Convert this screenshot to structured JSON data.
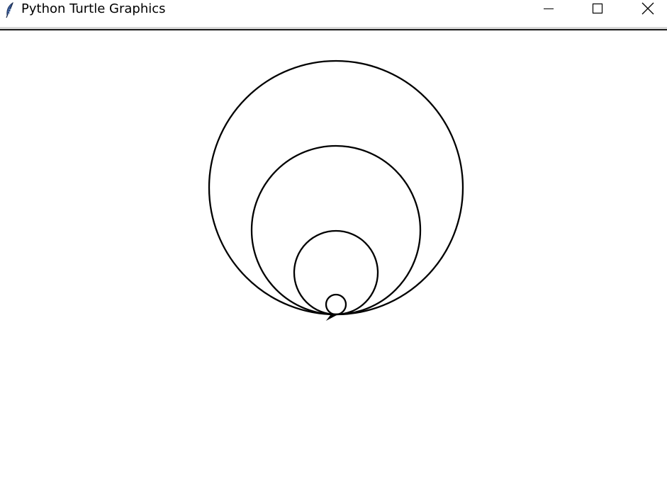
{
  "window": {
    "title": "Python Turtle Graphics",
    "app_icon": "feather-icon",
    "controls": {
      "minimize": "minimize-icon",
      "maximize": "maximize-icon",
      "close": "close-icon"
    }
  },
  "canvas": {
    "background": "#ffffff",
    "pen_color": "#000000",
    "drawing": "four circles of increasing radius tangent at a common bottom point",
    "circle_count": 4,
    "turtle_cursor": "arrow",
    "turtle_heading": "east"
  }
}
